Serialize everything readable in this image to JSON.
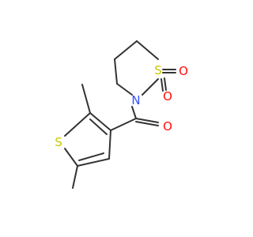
{
  "colors": {
    "bond": "#333333",
    "S_ring": "#c8c800",
    "S_sulfonyl": "#c8c800",
    "O": "#ff0d0d",
    "N": "#3050f8",
    "background": "#ffffff"
  },
  "atoms": {
    "S_sulfonyl": "S",
    "O1": "O",
    "O2": "O",
    "N": "N",
    "O_carbonyl": "O",
    "S_thiophene": "S"
  }
}
